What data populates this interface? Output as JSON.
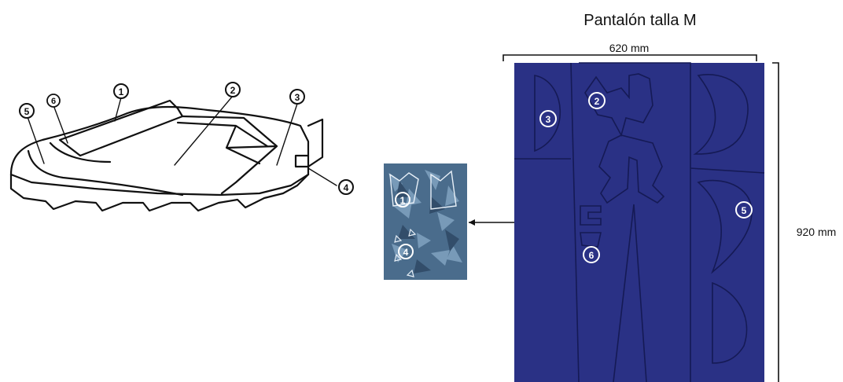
{
  "title": "Pantalón talla M",
  "dim_width": "620 mm",
  "dim_height": "920 mm",
  "shoe_labels": [
    "1",
    "2",
    "3",
    "4",
    "5",
    "6"
  ],
  "pants_labels": [
    "2",
    "3",
    "5",
    "6"
  ],
  "fabric_labels": [
    "1",
    "4"
  ],
  "colors": {
    "fabric": "#2a3185",
    "outline": "#111111",
    "seam": "#1a1f5e",
    "swatch": "#4a6c8c"
  }
}
